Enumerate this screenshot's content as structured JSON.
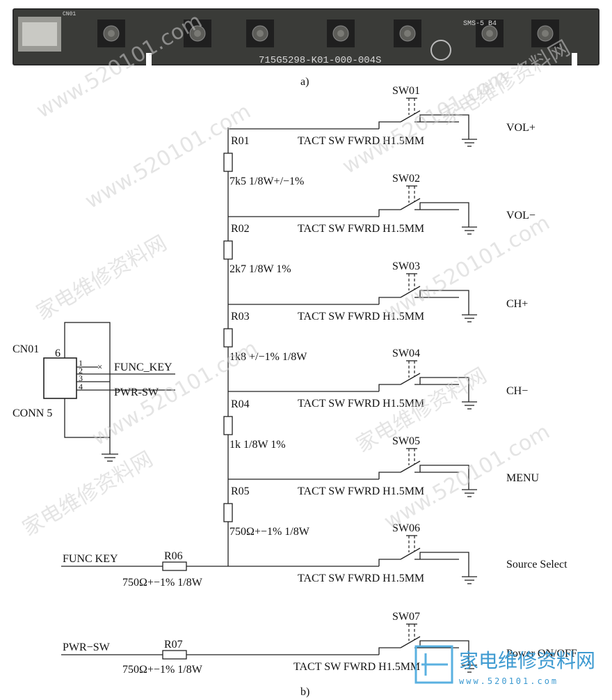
{
  "photo": {
    "board_marking": "715G5298-K01-000-004S",
    "corner_marking": "SMS-5 B4",
    "small_marking": "CN01"
  },
  "captions": {
    "a": "a)",
    "b": "b)"
  },
  "connector": {
    "ref": "CN01",
    "pin_count": "6",
    "part": "CONN 5",
    "pins": [
      "1",
      "2",
      "3",
      "4"
    ],
    "no_connect": "×",
    "net_func": "FUNC_KEY",
    "net_pwr": "PWR-SW"
  },
  "switch_part": "TACT SW FWRD H1.5MM",
  "switches": [
    {
      "ref": "SW01",
      "function": "VOL+"
    },
    {
      "ref": "SW02",
      "function": "VOL−"
    },
    {
      "ref": "SW03",
      "function": "CH+"
    },
    {
      "ref": "SW04",
      "function": "CH−"
    },
    {
      "ref": "SW05",
      "function": "MENU"
    },
    {
      "ref": "SW06",
      "function": "Source Select"
    },
    {
      "ref": "SW07",
      "function": "Power ON/OFF"
    }
  ],
  "ladder_resistors": [
    {
      "ref": "R01",
      "value": "7k5  1/8W+/−1%"
    },
    {
      "ref": "R02",
      "value": "2k7  1/8W  1%"
    },
    {
      "ref": "R03",
      "value": "1k8  +/−1%  1/8W"
    },
    {
      "ref": "R04",
      "value": "1k  1/8W  1%"
    },
    {
      "ref": "R05",
      "value": "750Ω+−1%  1/8W"
    }
  ],
  "input_lines": [
    {
      "net": "FUNC KEY",
      "ref": "R06",
      "value": "750Ω+−1%  1/8W"
    },
    {
      "net": "PWR−SW",
      "ref": "R07",
      "value": "750Ω+−1%  1/8W"
    }
  ],
  "watermark": {
    "text_url": "www.520101.com",
    "text_cn": "家电维修资料网",
    "logo_cn": "家电维修资料网",
    "logo_url": "www.520101.com"
  }
}
